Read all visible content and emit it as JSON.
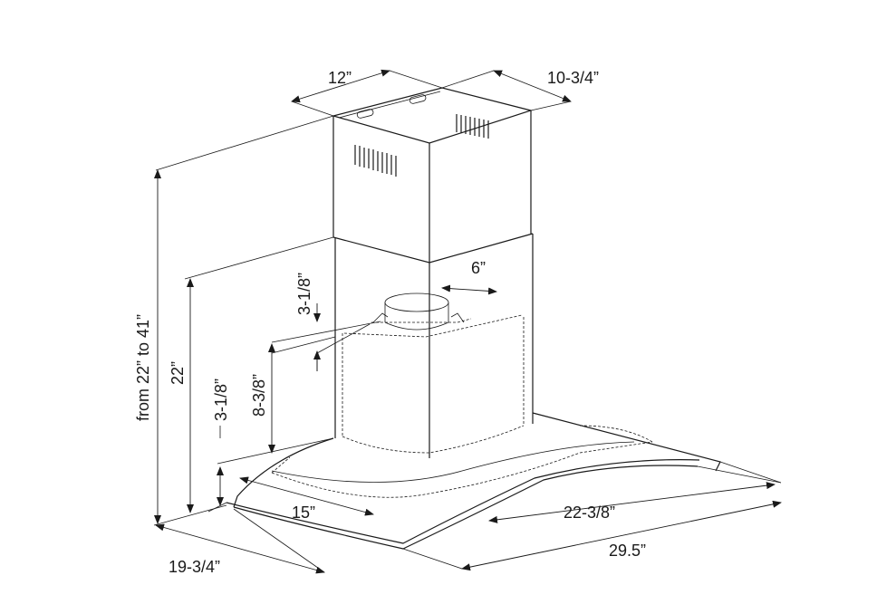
{
  "dimensions": {
    "chimney_width": "12”",
    "chimney_depth": "10-3/4”",
    "adjustable_height": "from 22” to 41”",
    "total_height": "22”",
    "glass_gap": "3-1/8”",
    "body_height": "8-3/8”",
    "duct_height": "3-1/8”",
    "duct_diameter": "6”",
    "inner_depth": "15”",
    "inner_width": "22-3/8”",
    "overall_width": "29.5”",
    "overall_depth": "19-3/4”"
  },
  "colors": {
    "line": "#1a1a1a",
    "background": "#ffffff"
  }
}
